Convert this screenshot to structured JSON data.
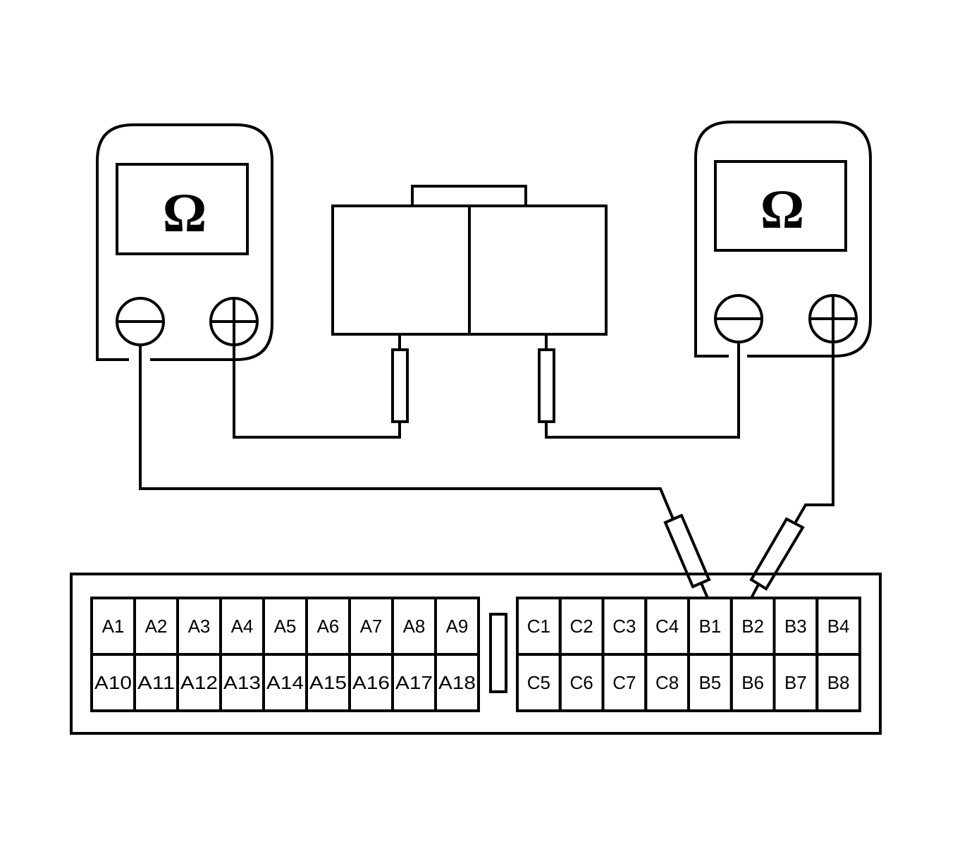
{
  "meters": {
    "left": {
      "symbol": "Ω",
      "negative_icon": "minus-terminal-icon",
      "positive_icon": "plus-terminal-icon"
    },
    "right": {
      "symbol": "Ω",
      "negative_icon": "minus-terminal-icon",
      "positive_icon": "plus-terminal-icon"
    }
  },
  "connector": {
    "a_rows": [
      [
        "A1",
        "A2",
        "A3",
        "A4",
        "A5",
        "A6",
        "A7",
        "A8",
        "A9"
      ],
      [
        "A10",
        "A11",
        "A12",
        "A13",
        "A14",
        "A15",
        "A16",
        "A17",
        "A18"
      ]
    ],
    "cb_rows": [
      [
        "C1",
        "C2",
        "C3",
        "C4",
        "B1",
        "B2",
        "B3",
        "B4"
      ],
      [
        "C5",
        "C6",
        "C7",
        "C8",
        "B5",
        "B6",
        "B7",
        "B8"
      ]
    ]
  },
  "colors": {
    "line": "#000000",
    "background": "#ffffff"
  }
}
